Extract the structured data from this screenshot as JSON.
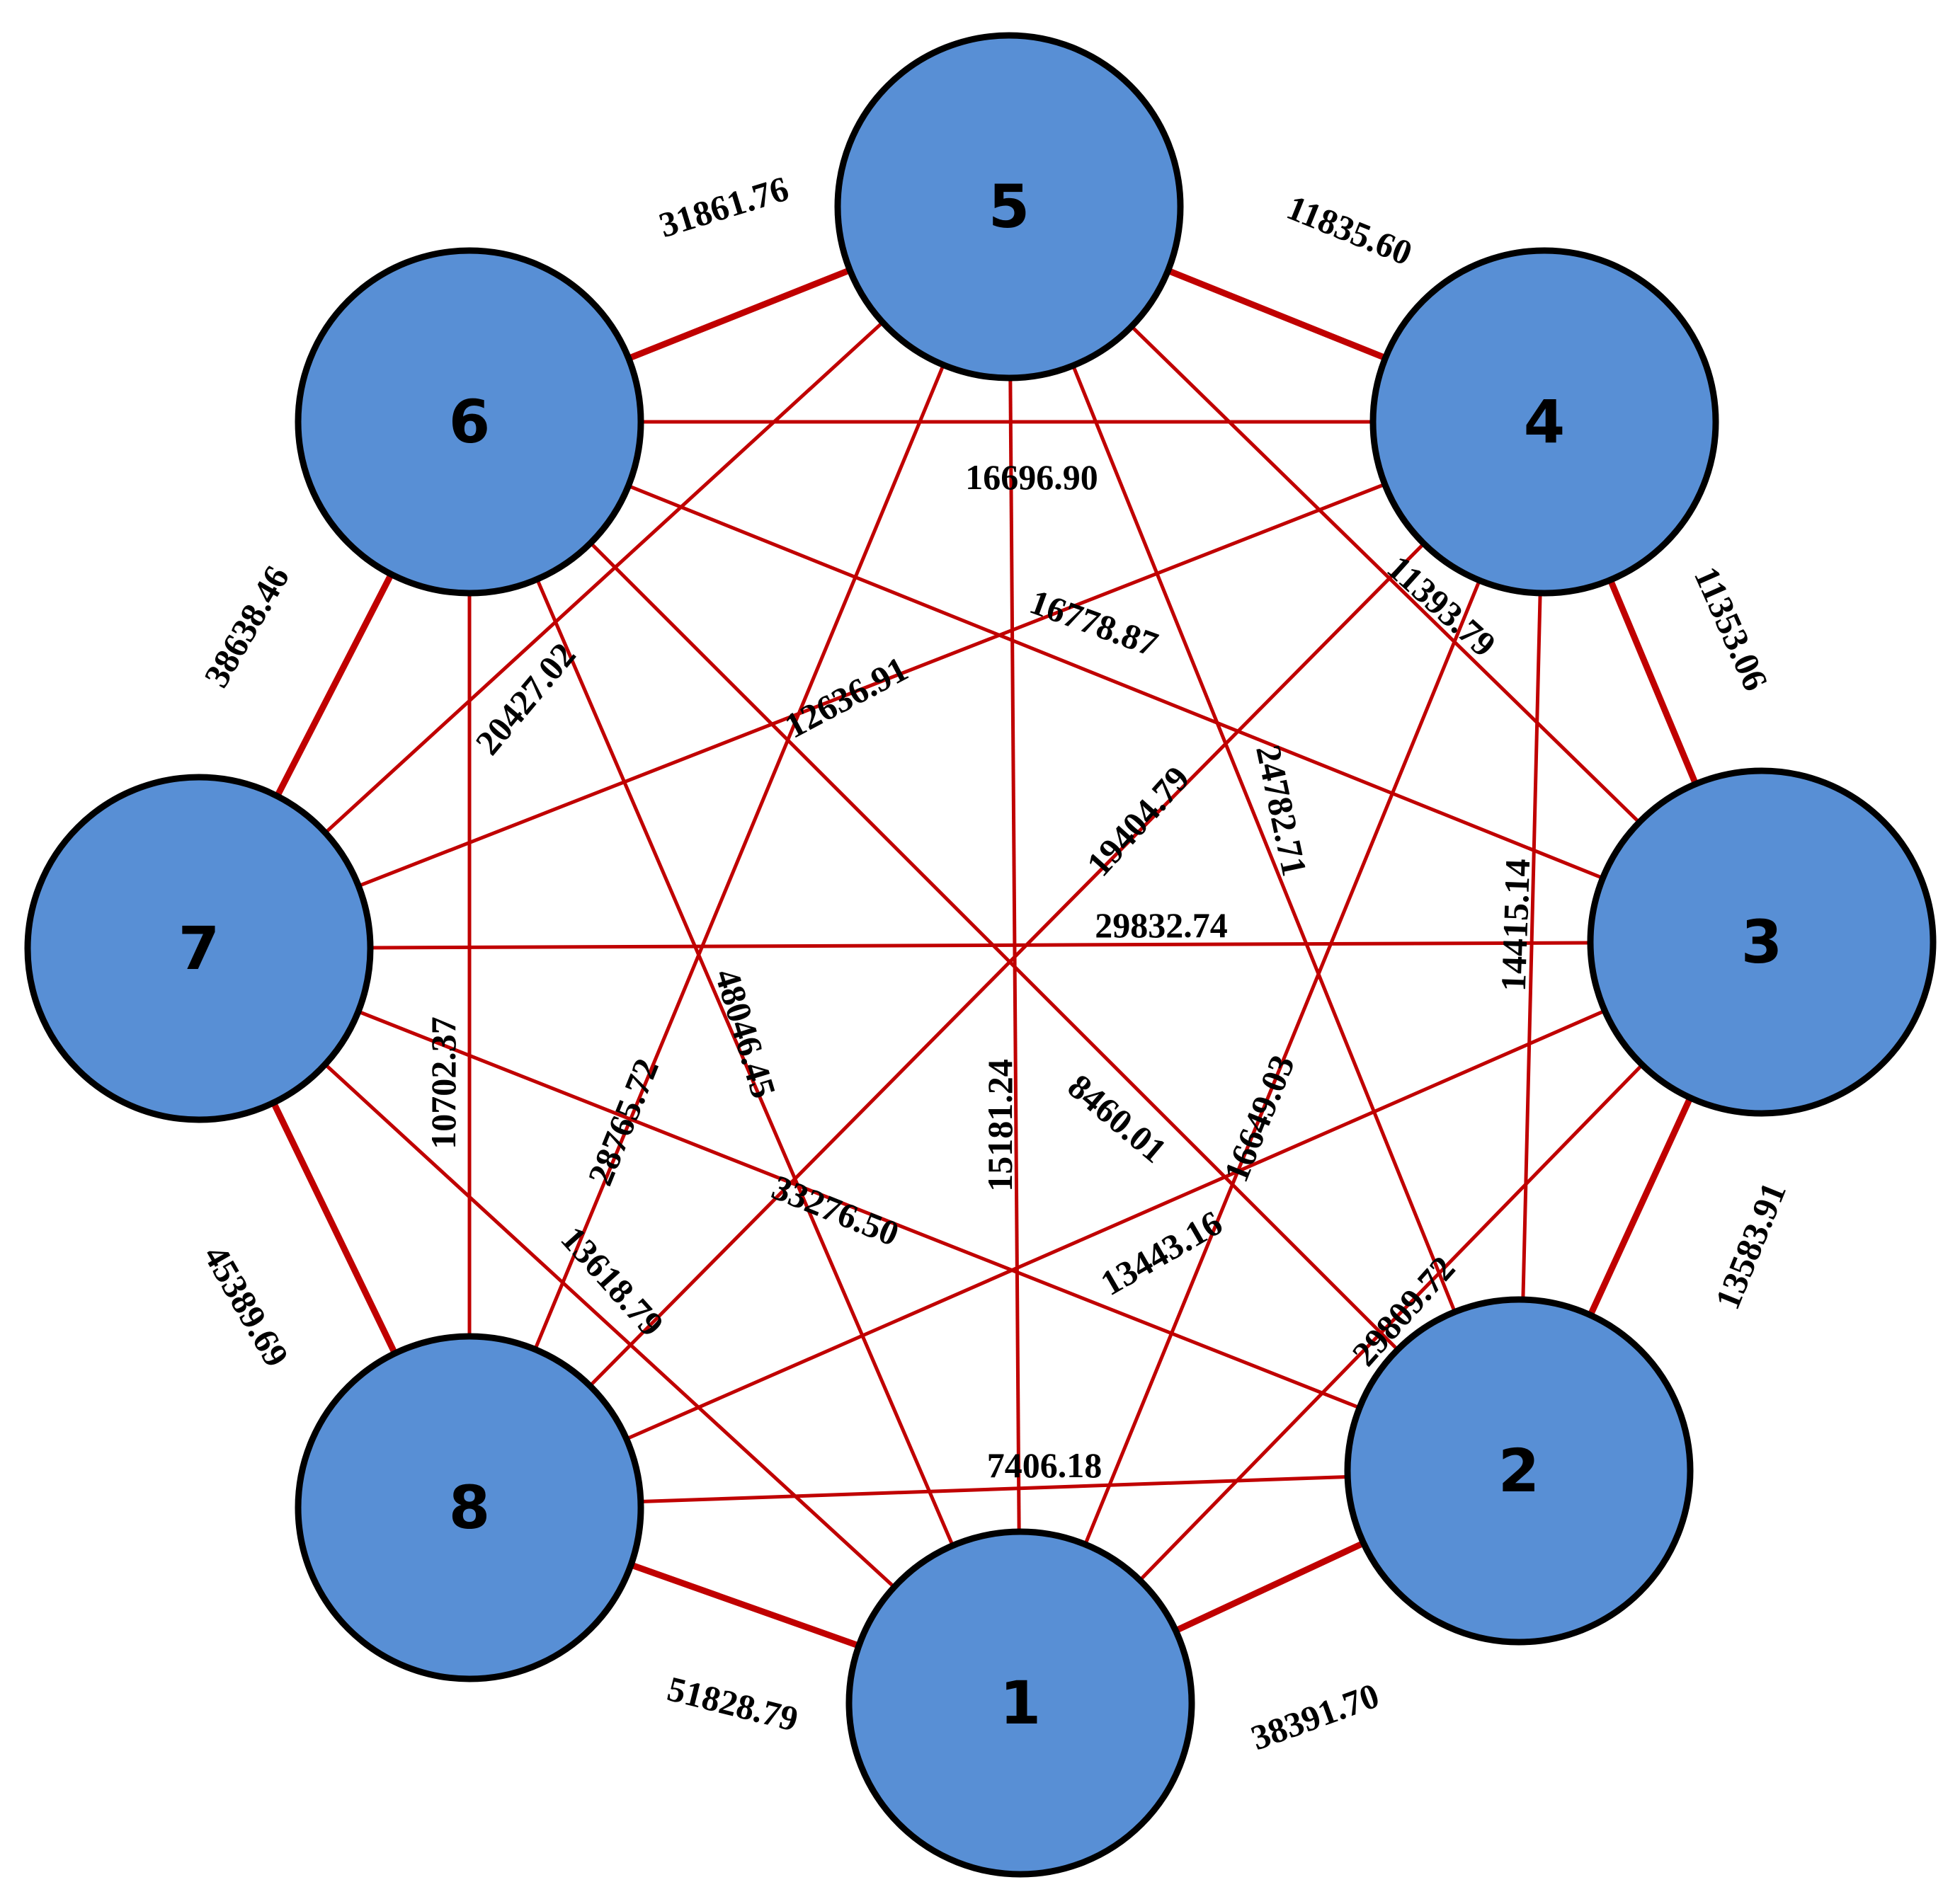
{
  "colors": {
    "node_fill": "#588fd5",
    "node_stroke": "#000000",
    "edge_stroke": "#c00000",
    "label_color": "#000000",
    "background": "#ffffff"
  },
  "nodes": [
    {
      "id": "1",
      "label": "1"
    },
    {
      "id": "2",
      "label": "2"
    },
    {
      "id": "3",
      "label": "3"
    },
    {
      "id": "4",
      "label": "4"
    },
    {
      "id": "5",
      "label": "5"
    },
    {
      "id": "6",
      "label": "6"
    },
    {
      "id": "7",
      "label": "7"
    },
    {
      "id": "8",
      "label": "8"
    }
  ],
  "edges": [
    {
      "source": "6",
      "target": "5",
      "weight": "31861.76",
      "kind": "ring"
    },
    {
      "source": "5",
      "target": "4",
      "weight": "11835.60",
      "kind": "ring"
    },
    {
      "source": "4",
      "target": "3",
      "weight": "11353.06",
      "kind": "ring"
    },
    {
      "source": "3",
      "target": "2",
      "weight": "13583.91",
      "kind": "ring"
    },
    {
      "source": "2",
      "target": "1",
      "weight": "38391.70",
      "kind": "ring"
    },
    {
      "source": "1",
      "target": "8",
      "weight": "51828.79",
      "kind": "ring"
    },
    {
      "source": "8",
      "target": "7",
      "weight": "45389.69",
      "kind": "ring"
    },
    {
      "source": "7",
      "target": "6",
      "weight": "38638.46",
      "kind": "ring"
    },
    {
      "source": "6",
      "target": "4",
      "weight": "16696.90",
      "kind": "chord"
    },
    {
      "source": "6",
      "target": "3",
      "weight": "16778.87",
      "kind": "chord"
    },
    {
      "source": "5",
      "target": "3",
      "weight": "11393.79",
      "kind": "chord"
    },
    {
      "source": "5",
      "target": "7",
      "weight": "20427.02",
      "kind": "chord"
    },
    {
      "source": "4",
      "target": "7",
      "weight": "12636.91",
      "kind": "chord"
    },
    {
      "source": "5",
      "target": "2",
      "weight": "24782.71",
      "kind": "chord"
    },
    {
      "source": "4",
      "target": "8",
      "weight": "19404.79",
      "kind": "chord"
    },
    {
      "source": "4",
      "target": "2",
      "weight": "14415.14",
      "kind": "chord"
    },
    {
      "source": "7",
      "target": "3",
      "weight": "29832.74",
      "kind": "chord"
    },
    {
      "source": "6",
      "target": "1",
      "weight": "48046.45",
      "kind": "chord"
    },
    {
      "source": "6",
      "target": "8",
      "weight": "10702.37",
      "kind": "chord"
    },
    {
      "source": "5",
      "target": "8",
      "weight": "28765.72",
      "kind": "chord"
    },
    {
      "source": "5",
      "target": "1",
      "weight": "15181.24",
      "kind": "chord"
    },
    {
      "source": "6",
      "target": "2",
      "weight": "8460.01",
      "kind": "chord"
    },
    {
      "source": "4",
      "target": "1",
      "weight": "16649.03",
      "kind": "chord"
    },
    {
      "source": "7",
      "target": "2",
      "weight": "33276.50",
      "kind": "chord"
    },
    {
      "source": "3",
      "target": "8",
      "weight": "13443.16",
      "kind": "chord"
    },
    {
      "source": "7",
      "target": "1",
      "weight": "13618.79",
      "kind": "chord"
    },
    {
      "source": "3",
      "target": "1",
      "weight": "29809.72",
      "kind": "chord"
    },
    {
      "source": "8",
      "target": "2",
      "weight": "7406.18",
      "kind": "chord"
    }
  ]
}
